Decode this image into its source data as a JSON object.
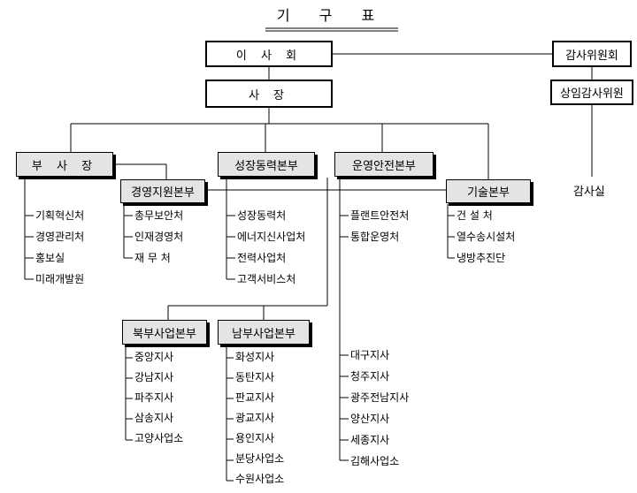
{
  "title": "기 구 표",
  "nodes": {
    "board": "이 사 회",
    "audit_committee": "감사위원회",
    "standing_auditor": "상임감사위원",
    "audit_office": "감사실",
    "president": "사  장",
    "vice_president": "부 사 장",
    "growth_hq": "성장동력본부",
    "operation_hq": "운영안전본부",
    "management_hq": "경영지원본부",
    "tech_hq": "기술본부",
    "north_hq": "북부사업본부",
    "south_hq": "남부사업본부"
  },
  "lists": {
    "vice_president_units": [
      "기획혁신처",
      "경영관리처",
      "홍보실",
      "미래개발원"
    ],
    "management_units": [
      "총무보안처",
      "인재경영처",
      "재 무 처"
    ],
    "growth_units": [
      "성장동력처",
      "에너지신사업처",
      "전력사업처",
      "고객서비스처"
    ],
    "operation_units": [
      "플랜트안전처",
      "통합운영처"
    ],
    "tech_units": [
      "건 설 처",
      "열수송시설처",
      "냉방추진단"
    ],
    "north_units": [
      "중앙지사",
      "강남지사",
      "파주지사",
      "삼송지사",
      "고양사업소"
    ],
    "south_units": [
      "화성지사",
      "동탄지사",
      "판교지사",
      "광교지사",
      "용인지사",
      "분당사업소",
      "수원사업소"
    ],
    "operation_branches": [
      "대구지사",
      "청주지사",
      "광주전남지사",
      "양산지사",
      "세종지사",
      "김해사업소"
    ]
  }
}
